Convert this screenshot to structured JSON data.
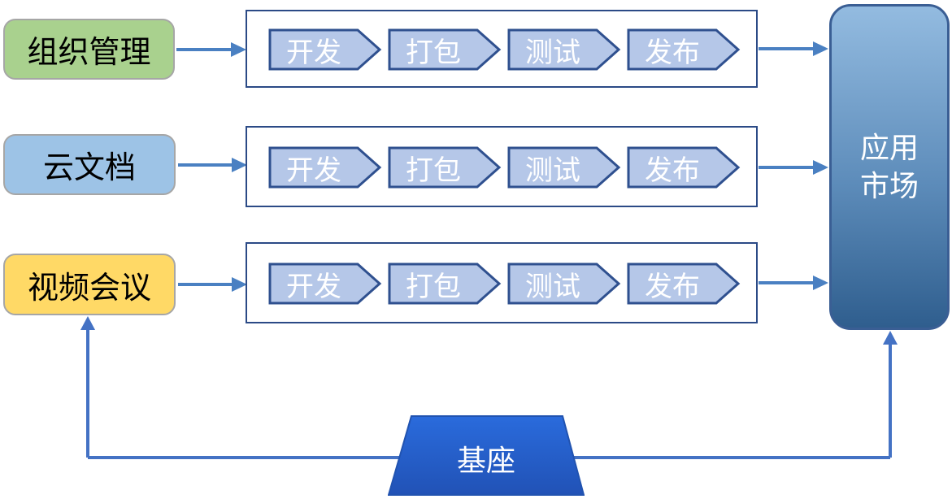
{
  "diagram_title": "plugin-publish-pipeline-diagram",
  "sources": [
    {
      "id": "org",
      "label": "组织管理",
      "color": "#a9d18e"
    },
    {
      "id": "docs",
      "label": "云文档",
      "color": "#9dc3e6"
    },
    {
      "id": "meeting",
      "label": "视频会议",
      "color": "#ffd966"
    }
  ],
  "pipeline": {
    "stages": [
      "开发",
      "打包",
      "测试",
      "发布"
    ],
    "row_count": 3
  },
  "market": {
    "label": "应用市场",
    "lines": [
      "应用",
      "市场"
    ]
  },
  "base": {
    "label": "基座"
  },
  "palette": {
    "source_green": "#a9d18e",
    "source_blue": "#9dc3e6",
    "source_yellow": "#ffd966",
    "source_border_gray": "#a6a6a6",
    "chevron_fill": "#b5c7e8",
    "chevron_border": "#2f508f",
    "row_border": "#2b4a86",
    "side_arrow_blue": "#4a80c2",
    "connector_blue": "#4472c4",
    "market_gradient_top": "#93bbe0",
    "market_gradient_bottom": "#2f5e8e",
    "market_border": "#3a5e94",
    "base_gradient_top": "#2a6bdc",
    "base_gradient_bottom": "#2152b6",
    "base_border": "#2153b0"
  }
}
